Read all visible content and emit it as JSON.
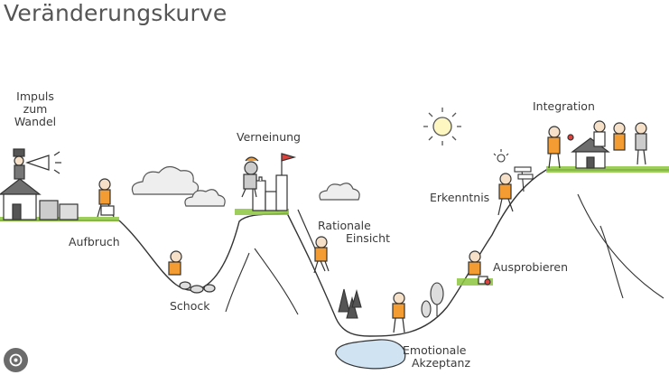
{
  "title": "Veränderungskurve",
  "stages": {
    "impuls": [
      "Impuls",
      "zum",
      "Wandel"
    ],
    "aufbruch": "Aufbruch",
    "schock": "Schock",
    "verneinung": "Verneinung",
    "rationale": [
      "Rationale",
      "Einsicht"
    ],
    "emotionale": [
      "Emotionale",
      "Akzeptanz"
    ],
    "ausprobieren": "Ausprobieren",
    "erkenntnis": "Erkenntnis",
    "integration": "Integration"
  },
  "colors": {
    "shirt": "#f39c34",
    "grass": "#8cc63f",
    "water": "#cfe3f3",
    "line": "#333333",
    "sun": "#fff7c2"
  },
  "icons": [
    "megaphone-icon",
    "knight-icon",
    "flag-icon",
    "sun-icon",
    "cloud-icon",
    "lightbulb-icon",
    "signpost-icon",
    "house-icon",
    "castle-icon",
    "tree-icon",
    "lens-icon"
  ]
}
